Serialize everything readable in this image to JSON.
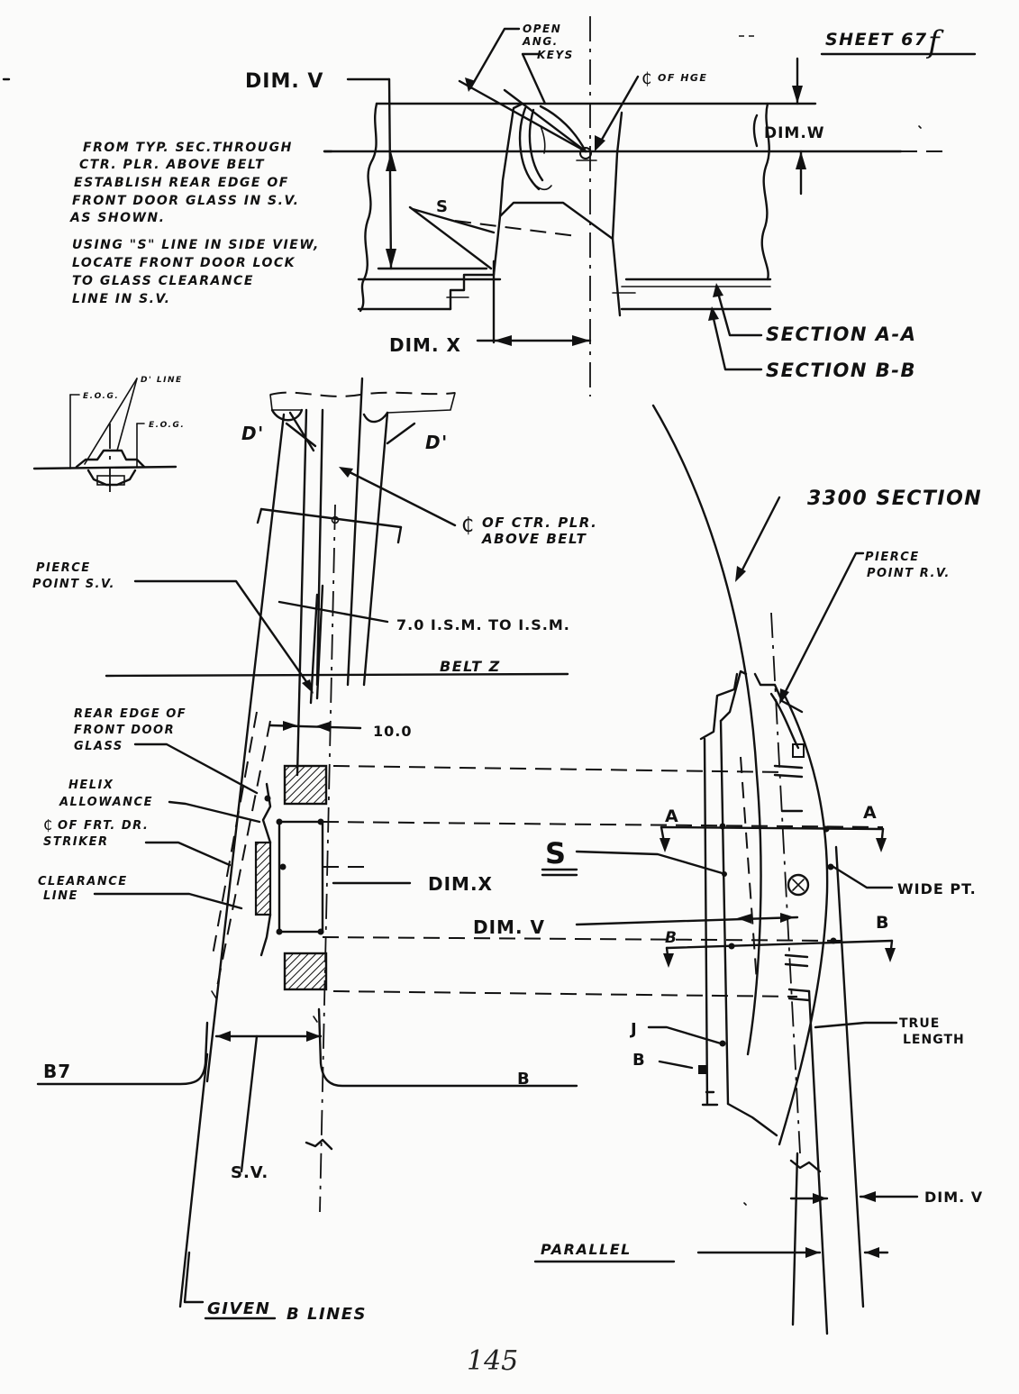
{
  "sheet": {
    "sheet_label": "SHEET 67",
    "sheet_suffix": "f",
    "page_number": "145"
  },
  "top_section": {
    "dim_v": "DIM. V",
    "dim_w": "DIM.W",
    "dim_x": "DIM. X",
    "open_ang": "OPEN",
    "open_ang_2": "ANG.",
    "keys": "KEYS",
    "cl_hge": "OF HGE",
    "s_label": "S",
    "section_aa": "SECTION A-A",
    "section_bb": "SECTION B-B"
  },
  "notes": {
    "lines": [
      "FROM TYP. SEC.THROUGH",
      "CTR. PLR. ABOVE BELT",
      "ESTABLISH REAR EDGE OF",
      "FRONT DOOR GLASS IN S.V.",
      "AS SHOWN.",
      "USING \"S\" LINE IN SIDE VIEW,",
      "LOCATE FRONT DOOR LOCK",
      "TO GLASS CLEARANCE",
      "LINE IN S.V."
    ]
  },
  "inset": {
    "eog_left": "E.O.G.",
    "dline": "D' LINE",
    "eog_right": "E.O.G."
  },
  "side_view": {
    "d_prime_left": "D'",
    "d_prime_right": "D'",
    "cl_ctr_plr_1": "OF CTR. PLR.",
    "cl_ctr_plr_2": "ABOVE BELT",
    "pierce_sv_1": "PIERCE",
    "pierce_sv_2": "POINT S.V.",
    "ism": "7.0 I.S.M. TO I.S.M.",
    "belt": "BELT Z",
    "dim_10": "10.0",
    "rear_edge_1": "REAR EDGE OF",
    "rear_edge_2": "FRONT DOOR",
    "rear_edge_3": "GLASS",
    "helix_1": "HELIX",
    "helix_2": "ALLOWANCE",
    "striker_1": "OF FRT. DR.",
    "striker_2": "STRIKER",
    "clearance_1": "CLEARANCE",
    "clearance_2": "LINE",
    "dim_x": "DIM.X",
    "s_big": "S",
    "b7": "B7",
    "b_right": "B",
    "sv": "S.V.",
    "given_b_1": "GIVEN",
    "given_b_2": "B LINES"
  },
  "rear_view": {
    "section_3300": "3300 SECTION",
    "pierce_rv_1": "PIERCE",
    "pierce_rv_2": "POINT R.V.",
    "a_left": "A",
    "a_right": "A",
    "b_left": "B",
    "b_right": "B",
    "wide_pt": "WIDE PT.",
    "dim_v": "DIM. V",
    "true_length_1": "TRUE",
    "true_length_2": "LENGTH",
    "j": "J",
    "b": "B",
    "dim_v_right": "DIM. V",
    "parallel": "PARALLEL"
  }
}
